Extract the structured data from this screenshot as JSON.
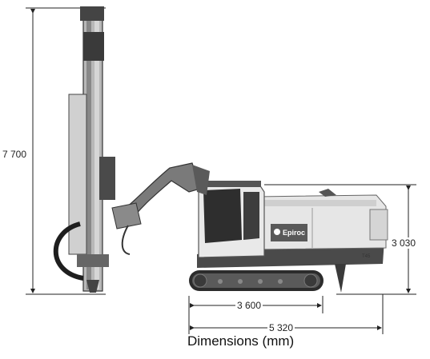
{
  "dimensions": {
    "height_total": "7 700",
    "height_cab": "3 030",
    "track_length": "3 600",
    "overall_length": "5 320"
  },
  "caption": "Dimensions (mm)",
  "machine": {
    "brand": "Epiroc",
    "model": "T45"
  },
  "colors": {
    "line": "#222222",
    "body_light": "#e6e6e6",
    "body_dark": "#4a4a4a",
    "track": "#2c2c2c"
  }
}
